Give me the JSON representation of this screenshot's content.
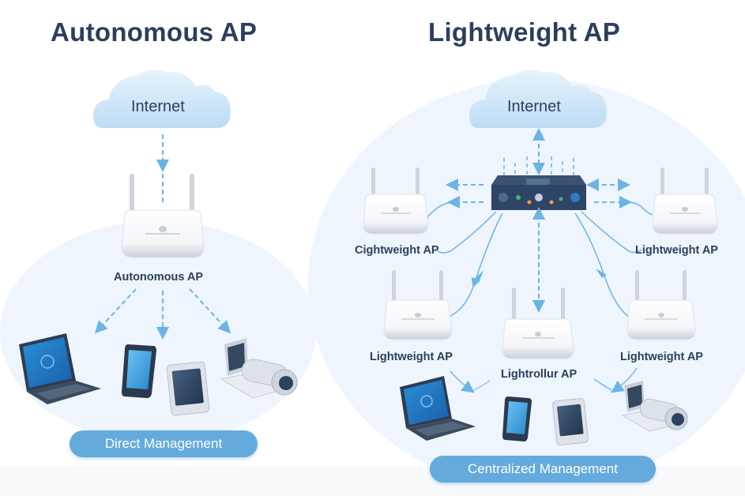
{
  "left_panel": {
    "title": "Autonomous AP",
    "cloud_label": "Internet",
    "ap_label": "Autonomous AP",
    "management_label": "Direct Management",
    "devices": [
      "laptop",
      "smartphone",
      "smartphone",
      "security-camera"
    ]
  },
  "right_panel": {
    "title": "Lightweight AP",
    "cloud_label": "Internet",
    "controller": "wireless-lan-controller",
    "ap_labels": {
      "top_left": "Cightweight AP",
      "top_right": "Lightweight AP",
      "mid_left": "Lightweight AP",
      "mid_right": "Lightweight AP",
      "center": "Lightrollur AP"
    },
    "management_label": "Centralized Management",
    "devices": [
      "laptop",
      "smartphone",
      "smartphone",
      "security-camera"
    ]
  },
  "colors": {
    "title_text": "#2b3f5c",
    "accent_blue": "#64aadc",
    "link_blue": "#6ab4e6",
    "cloud_fill": "#d4e9f8",
    "zone_fill": "#eef5fc",
    "controller_body": "#2e4566"
  }
}
